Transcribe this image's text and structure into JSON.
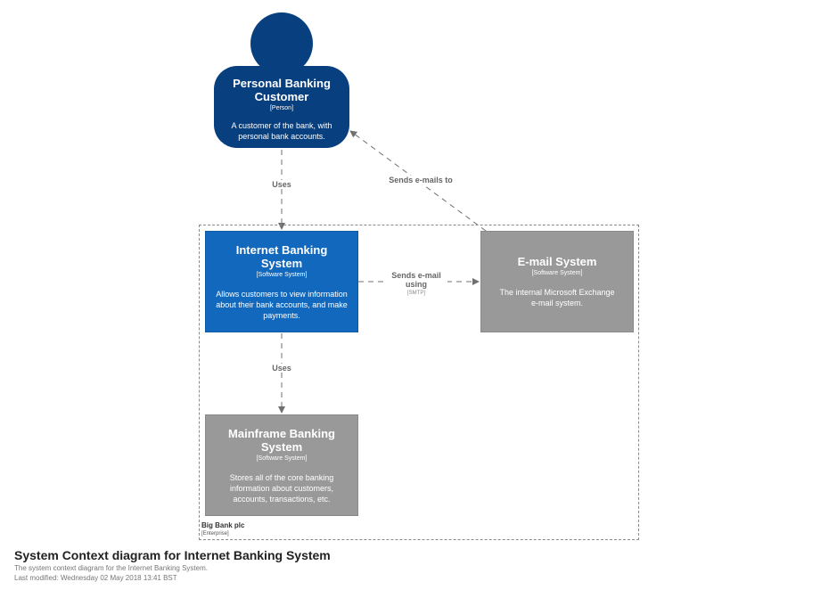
{
  "person": {
    "title": "Personal Banking Customer",
    "type": "[Person]",
    "description": "A customer of the bank, with personal bank accounts.",
    "color": "#083f7f"
  },
  "internet_banking": {
    "title": "Internet Banking System",
    "type": "[Software System]",
    "description": "Allows customers to view information about their bank accounts, and make payments.",
    "color": "#1168bd"
  },
  "email_system": {
    "title": "E-mail System",
    "type": "[Software System]",
    "description": "The internal Microsoft Exchange e-mail system.",
    "color": "#999999"
  },
  "mainframe": {
    "title": "Mainframe Banking System",
    "type": "[Software System]",
    "description": "Stores all of the core banking information about customers, accounts, transactions, etc.",
    "color": "#999999"
  },
  "boundary": {
    "name": "Big Bank plc",
    "type": "[Enterprise]"
  },
  "relationships": {
    "uses_1": "Uses",
    "sends_emails_to": "Sends e-mails to",
    "sends_email_using": "Sends e-mail using",
    "smtp": "[SMTP]",
    "uses_2": "Uses"
  },
  "footer": {
    "title": "System Context diagram for Internet Banking System",
    "description": "The system context diagram for the Internet Banking System.",
    "modified": "Last modified: Wednesday 02 May 2018 13:41 BST"
  }
}
